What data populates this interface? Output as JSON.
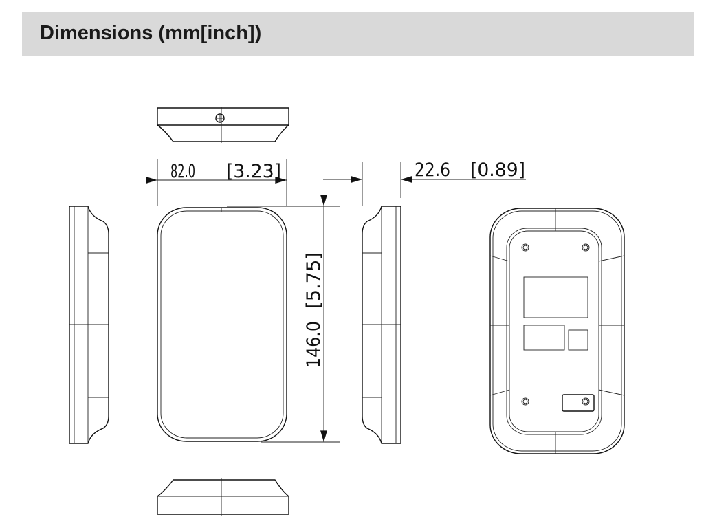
{
  "header": {
    "title": "Dimensions (mm[inch])"
  },
  "dimensions": {
    "width": {
      "mm": "82.0",
      "inch": "[3.23]"
    },
    "depth": {
      "mm": "22.6",
      "inch": "[0.89]"
    },
    "height": {
      "mm": "146.0",
      "inch": "[5.75]"
    }
  }
}
